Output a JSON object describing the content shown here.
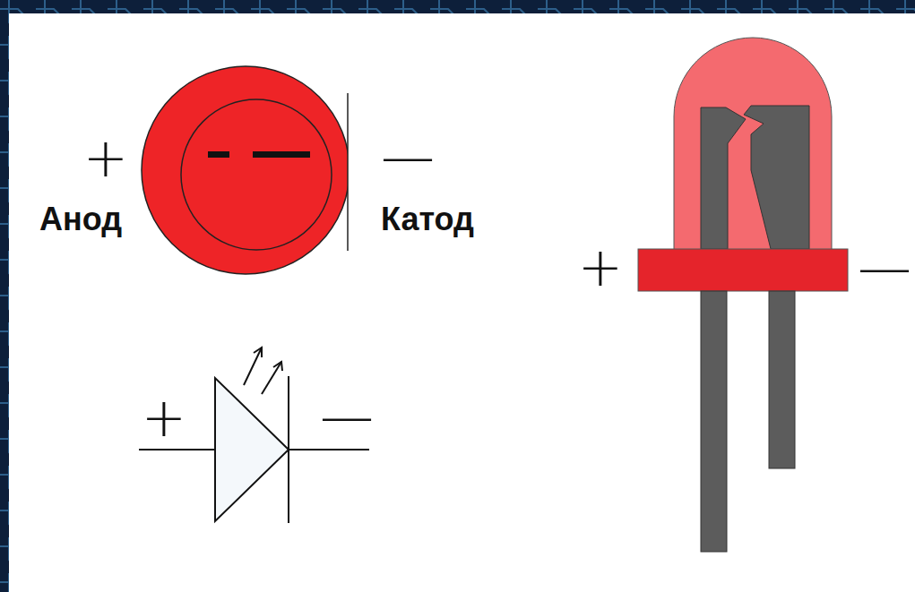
{
  "diagram": {
    "labels": [
      "+",
      "—",
      "Анод",
      "Катод",
      "+",
      "—",
      "+",
      "—"
    ]
  }
}
